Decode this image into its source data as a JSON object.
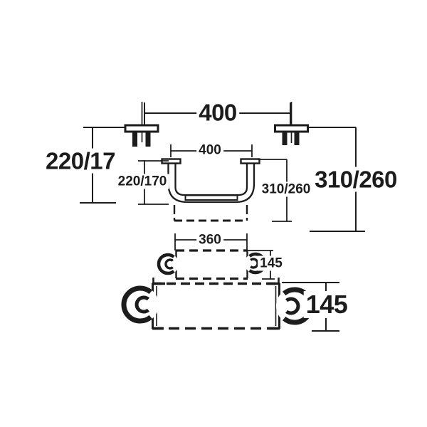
{
  "page": {
    "background": "#ffffff",
    "line_color": "#1c1c1c"
  },
  "labels": {
    "top_width": "400",
    "wall_left_height": "220/17",
    "wall_right_height": "310/260",
    "bar_width": "400",
    "bar_left_height": "220/170",
    "bar_right_height": "310/260",
    "seat_width": "360",
    "seat_depth": "145",
    "roll_depth": "145"
  }
}
